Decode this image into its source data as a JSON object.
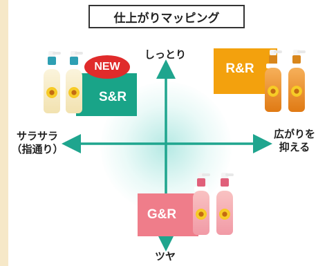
{
  "title": "仕上がりマッピング",
  "axes": {
    "top": "しっとり",
    "bottom": "ツヤ",
    "left_line1": "サラサラ",
    "left_line2": "（指通り）",
    "right_line1": "広がりを",
    "right_line2": "抑える"
  },
  "products": {
    "sr": {
      "label": "S&R",
      "badge": "NEW",
      "color": "#19a488"
    },
    "rr": {
      "label": "R&R",
      "color": "#f3a10d"
    },
    "gr": {
      "label": "G&R",
      "color": "#ef7d8a"
    }
  },
  "colors": {
    "axis": "#1fa58e",
    "badge": "#e02b2b"
  }
}
